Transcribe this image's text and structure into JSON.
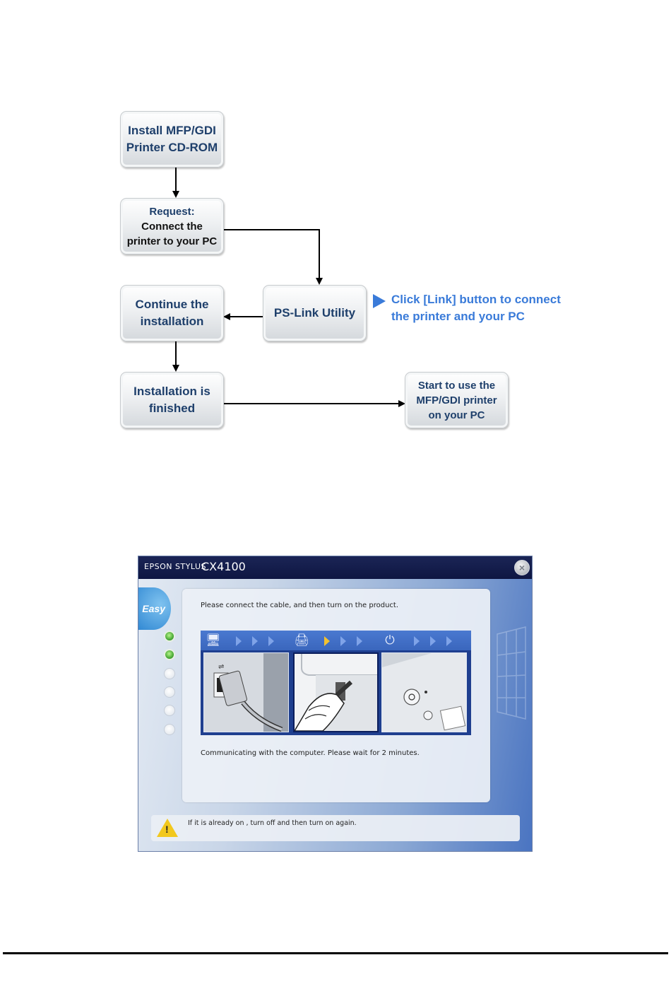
{
  "flowchart": {
    "boxes": {
      "install": [
        "Install MFP/GDI",
        "Printer CD-ROM"
      ],
      "request": [
        "Request:",
        "Connect the",
        "printer to your PC"
      ],
      "pslink": [
        "PS-Link Utility"
      ],
      "continue": [
        "Continue the",
        "installation"
      ],
      "finished": [
        "Installation is",
        "finished"
      ],
      "start": [
        "Start to use the",
        "MFP/GDI printer",
        "on your PC"
      ]
    },
    "note": [
      "Click [Link] button to connect",
      "the printer and your PC"
    ],
    "colors": {
      "box_text": "#1e3f6b",
      "note_text": "#3a7bd9"
    }
  },
  "screenshot": {
    "brand": "EPSON STYLUS",
    "model": "CX4100",
    "easy_label": "Easy",
    "progress": {
      "completed_steps": 2,
      "total_steps": 6
    },
    "instruction": "Please connect the cable, and then turn on the product.",
    "status": "Communicating with the computer. Please wait for 2 minutes.",
    "warning": "If it is already on , turn off and then turn on again.",
    "icons": [
      "computer-icon",
      "printer-icon",
      "power-icon",
      "warning-icon",
      "close-icon"
    ],
    "colors": {
      "titlebar": "#0e1642",
      "accent": "#3a66bd",
      "progress_on": "#3a9e2b"
    }
  }
}
